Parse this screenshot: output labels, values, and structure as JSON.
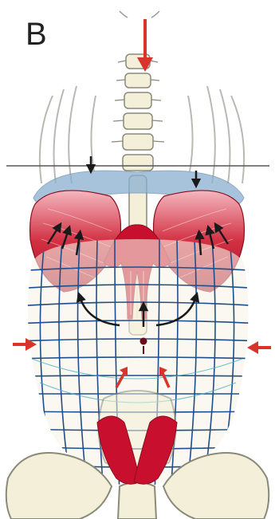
{
  "figure": {
    "panel_label": "B",
    "colors": {
      "background": "#ffffff",
      "muscle_red": "#c8102e",
      "muscle_light": "#e88a94",
      "pressure_arrow": "#d8342c",
      "muscle_arrow": "#1a1a1a",
      "grid_blue": "#1f4e8c",
      "grid_teal": "#4ab2c4",
      "diaphragm_blue": "#8ab0d0",
      "bone_fill": "#f4efd8",
      "bone_outline": "#8a8a7a",
      "horizon_line": "#555555"
    },
    "icons": [
      "top-pressure-arrow",
      "side-pressure-arrow-left",
      "side-pressure-arrow-right",
      "pelvic-pressure-arrow",
      "muscle-contraction-arrow",
      "diaphragm-down-arrow"
    ]
  }
}
